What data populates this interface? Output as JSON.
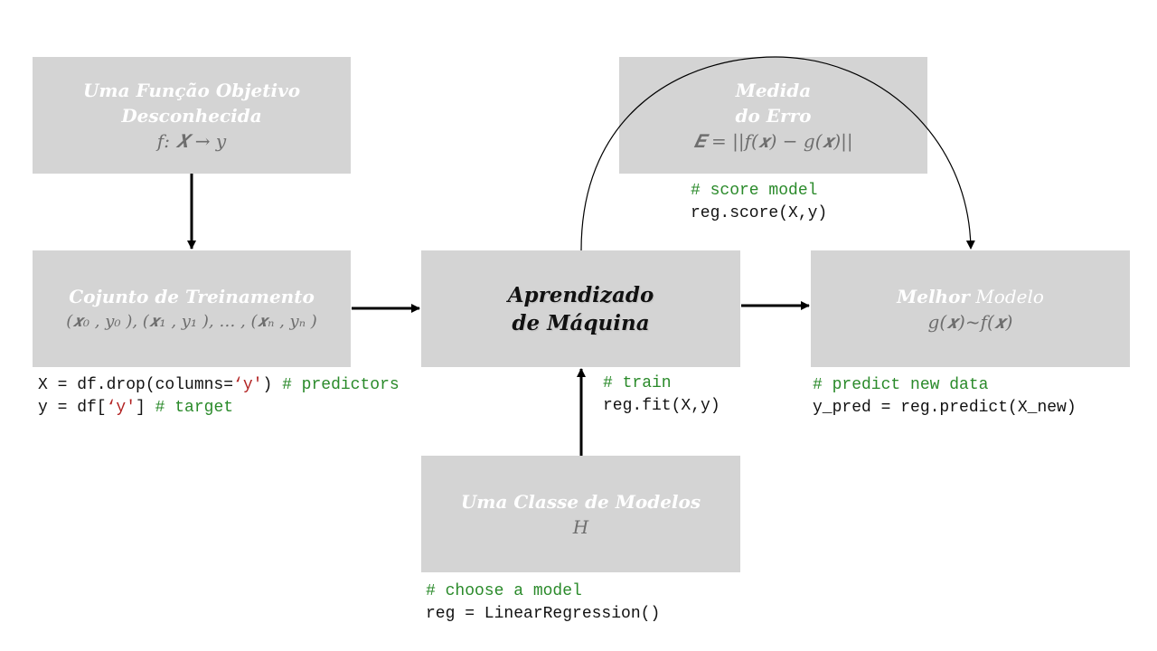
{
  "colors": {
    "box_fill": "#d4d4d4",
    "box_text": "#ffffff",
    "math_text": "#6e6e6e",
    "comment": "#2a8a2a",
    "string": "#b22222",
    "code": "#111111",
    "arrow": "#000000"
  },
  "boxes": {
    "target_function": {
      "line1": "Uma Função Objetivo",
      "line2": "Desconhecida",
      "formula": "f: 𝑿 → y"
    },
    "error_measure": {
      "line1": "Medida",
      "line2": "do Erro",
      "formula": "𝑬 = ||f(𝒙) − g(𝒙)||"
    },
    "training_set": {
      "line1": "Cojunto de Treinamento",
      "formula": "(𝒙₀ , y₀ ), (𝒙₁ , y₁ ), … , (𝒙ₙ , yₙ )"
    },
    "machine_learning": {
      "line1": "Aprendizado",
      "line2": "de Máquina"
    },
    "best_model": {
      "bold": "Melhor",
      "rest": " Modelo",
      "formula": "g(𝒙)~f(𝒙)"
    },
    "model_class": {
      "line1": "Uma Classe de Modelos",
      "formula": "H"
    }
  },
  "code": {
    "score": {
      "comment": "# score model",
      "line": "reg.score(X,y)"
    },
    "data": {
      "l1_code": "X = df.drop(columns=",
      "l1_str": "‘y'",
      "l1_close": ") ",
      "l1_comment": "# predictors",
      "l2_code": "y = df[",
      "l2_str": "‘y'",
      "l2_close": "] ",
      "l2_comment": "# target"
    },
    "train": {
      "comment": "# train",
      "line": "reg.fit(X,y)"
    },
    "predict": {
      "comment": "# predict new data",
      "line": "y_pred = reg.predict(X_new)"
    },
    "choose": {
      "comment": "# choose a model",
      "line": "reg = LinearRegression()"
    }
  }
}
